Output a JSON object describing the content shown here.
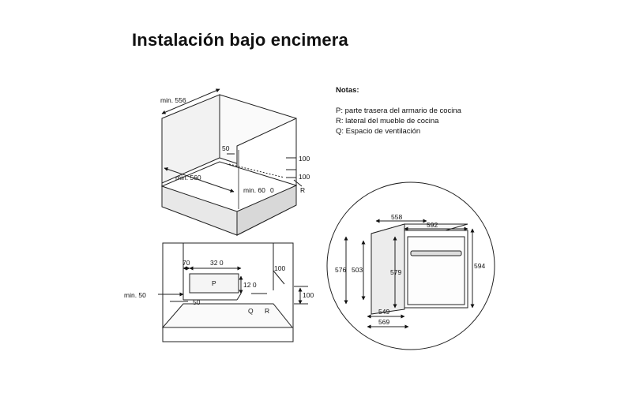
{
  "title": "Instalación bajo encimera",
  "notes": {
    "heading": "Notas:",
    "items": [
      {
        "key": "P:",
        "text": "parte trasera del armario de cocina"
      },
      {
        "key": "R:",
        "text": "lateral del mueble de cocina"
      },
      {
        "key": "Q:",
        "text": "Espacio de ventilación"
      }
    ]
  },
  "cabinet_iso": {
    "min_556": "min. 556",
    "min_560": "min. 560",
    "d50": "50",
    "min_600": "min. 60",
    "zero": "0",
    "d100_top": "100",
    "d100_bottom": "100",
    "r_label": "R"
  },
  "plan_view": {
    "d70": "70",
    "d320": "32 0",
    "p_label": "P",
    "d120": "12 0",
    "d100_right": "100",
    "d100_low": "100",
    "min_50": "min. 50",
    "d50": "50",
    "q_label": "Q",
    "r_label": "R"
  },
  "oven": {
    "d558": "558",
    "d592": "592",
    "d576": "576",
    "d503": "503",
    "d579": "579",
    "d594": "594",
    "d549": "549",
    "d569": "569"
  }
}
